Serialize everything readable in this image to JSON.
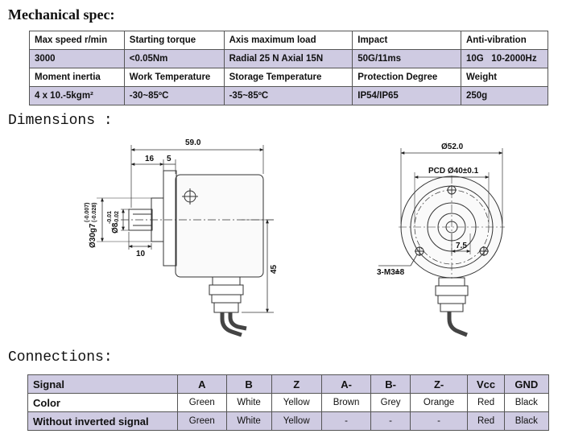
{
  "headings": {
    "mechanical": "Mechanical spec:",
    "dimensions": "Dimensions :",
    "connections": "Connections:"
  },
  "spec": {
    "row1": [
      "Max speed r/min",
      "Starting torque",
      "Axis maximum load",
      "Impact",
      "Anti-vibration"
    ],
    "row2": [
      "3000",
      "<0.05Nm",
      "Radial 25 N Axial 15N",
      "50G/11ms",
      "10G   10-2000Hz"
    ],
    "row3": [
      "Moment inertia",
      "Work Temperature",
      "Storage Temperature",
      "Protection Degree",
      "Weight"
    ],
    "row4": [
      "4 x 10.-5kgm²",
      "-30~85ºC",
      "-35~85ºC",
      "IP54/IP65",
      "250g"
    ]
  },
  "side_view": {
    "dim_total": "59.0",
    "dim_16": "16",
    "dim_5": "5",
    "dim_10": "10",
    "dim_45": "45",
    "dim_d30": "Ø30g7",
    "dim_d30_tol_a": "(-0.007)",
    "dim_d30_tol_b": "(-0.028)",
    "dim_d8": "Ø8",
    "dim_d8_tol_a": "-0.01",
    "dim_d8_tol_b": "-0.02"
  },
  "front_view": {
    "dim_d52": "Ø52.0",
    "dim_pcd": "PCD Ø40±0.1",
    "dim_75": "7.5",
    "holes": "3-M3⩮8"
  },
  "connections": {
    "header": [
      "Signal",
      "A",
      "B",
      "Z",
      "A-",
      "B-",
      "Z-",
      "Vcc",
      "GND"
    ],
    "color": [
      "Color",
      "Green",
      "White",
      "Yellow",
      "Brown",
      "Grey",
      "Orange",
      "Red",
      "Black"
    ],
    "without": [
      "Without inverted signal",
      "Green",
      "White",
      "Yellow",
      "-",
      "-",
      "-",
      "Red",
      "Black"
    ]
  }
}
